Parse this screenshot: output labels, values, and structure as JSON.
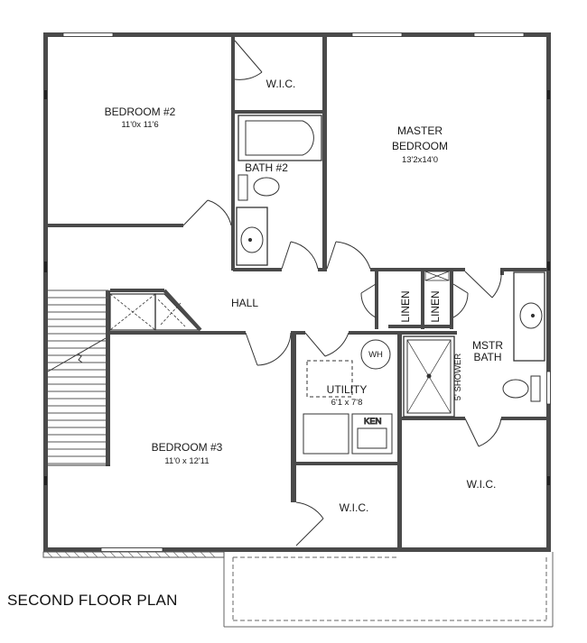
{
  "plan_title": "SECOND FLOOR PLAN",
  "rooms": {
    "bedroom2": {
      "name": "BEDROOM #2",
      "dims": "11'0x 11'6"
    },
    "wic_top": {
      "name": "W.I.C."
    },
    "bath2": {
      "name": "BATH #2"
    },
    "master": {
      "name_line1": "MASTER",
      "name_line2": "BEDROOM",
      "dims": "13'2x14'0"
    },
    "hall": {
      "name": "HALL"
    },
    "linen1": {
      "name": "LINEN"
    },
    "linen2": {
      "name": "LINEN"
    },
    "mstr_bath": {
      "name_line1": "MSTR",
      "name_line2": "BATH"
    },
    "shower": {
      "name": "5' SHOWER"
    },
    "utility": {
      "name": "UTILITY",
      "dims": "6'1 x 7'8"
    },
    "water_heater": {
      "name": "WH"
    },
    "bedroom3": {
      "name": "BEDROOM #3",
      "dims": "11'0 x 12'11"
    },
    "wic_bottom": {
      "name": "W.I.C."
    },
    "wic_right": {
      "name": "W.I.C."
    }
  },
  "colors": {
    "wall": "#4a4a4a",
    "line": "#333333",
    "light": "#9a9a9a"
  }
}
